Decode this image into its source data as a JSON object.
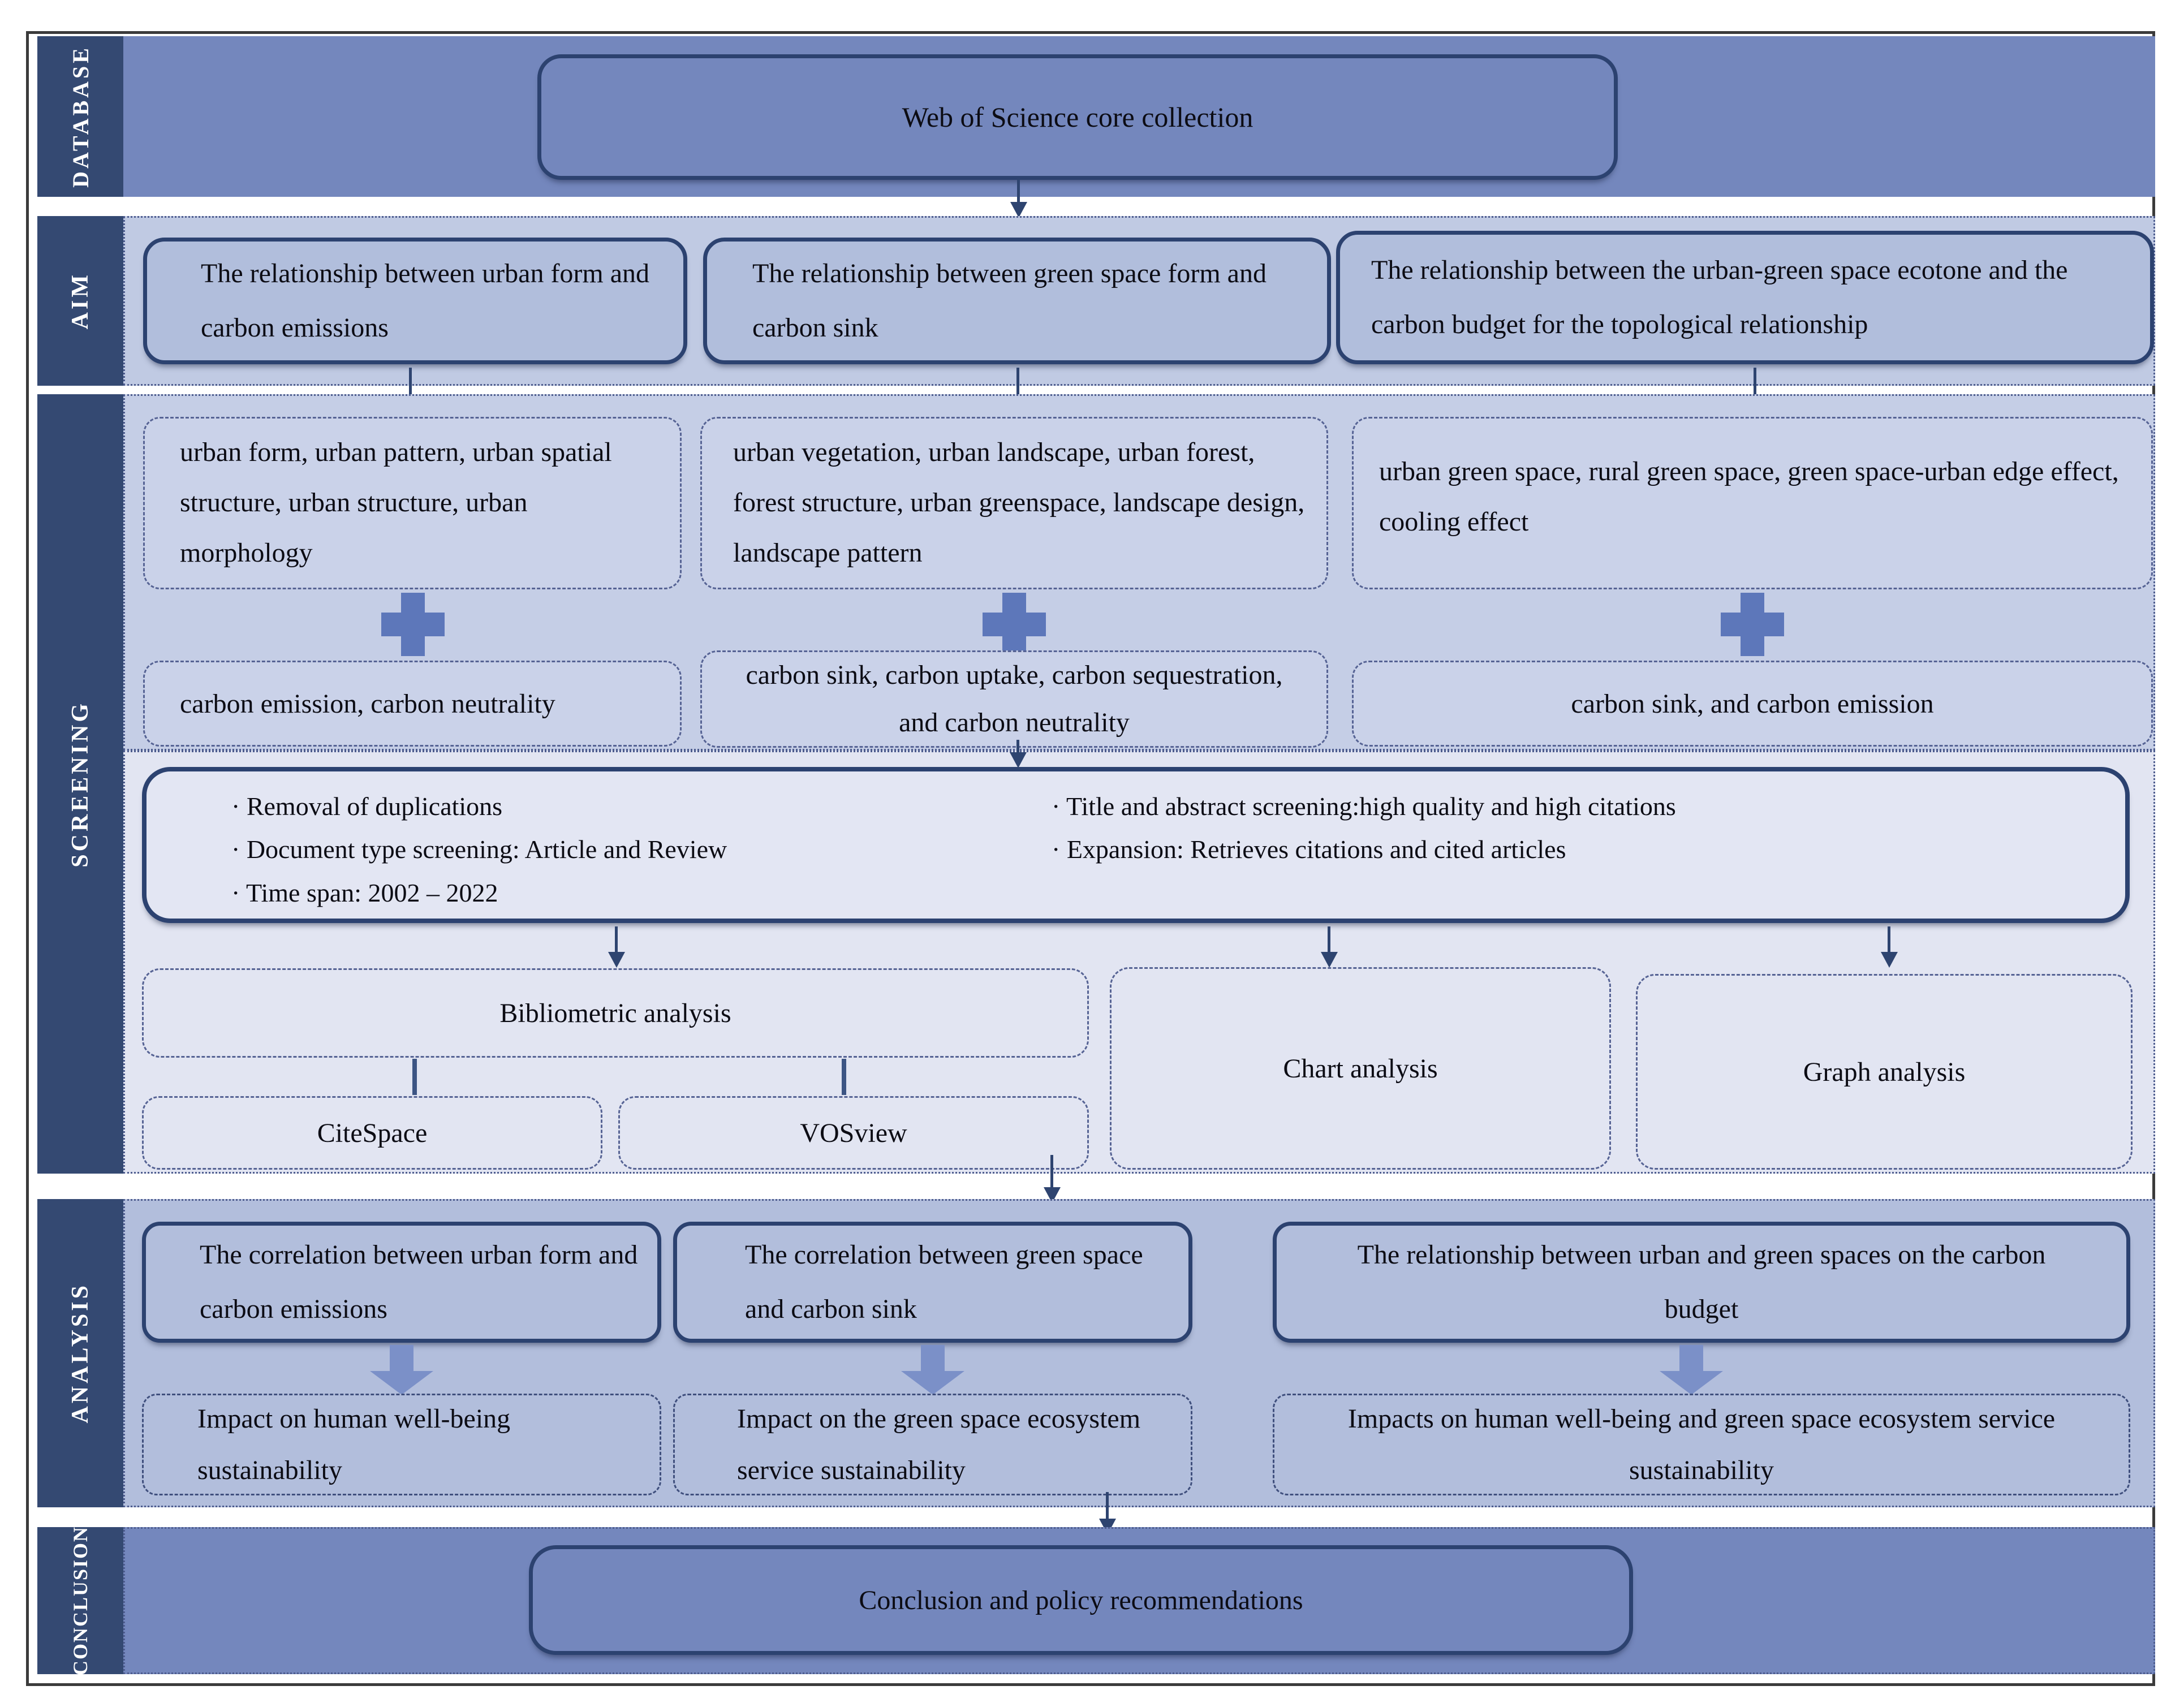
{
  "title": "Literature review workflow diagram",
  "colors": {
    "section_label_bg": "#344972",
    "database_band": "#7487bd",
    "aim_band": "#c0cae3",
    "aim_box_fill": "#b1bedc",
    "screening_keywords_band": "#c5cee6",
    "screening_methods_band": "#e2e5f2",
    "keyword_box_fill": "#cad2e9",
    "analysis_band": "#b2bedc",
    "conclusion_band": "#7487bd",
    "box_border": "#2c4270",
    "thin_arrow": "#2e4470",
    "block_arrow": "#7b90c8",
    "plus_icon": "#5d77ba",
    "text": "#0c0c14"
  },
  "sections": {
    "database": {
      "label": "DATABASE",
      "box": "Web of Science core collection"
    },
    "aim": {
      "label": "AIM",
      "boxes": [
        "The relationship between urban form and carbon emissions",
        "The relationship between green space form and carbon sink",
        "The relationship between the urban-green space ecotone and the carbon budget for the topological relationship"
      ]
    },
    "screening": {
      "label": "SCREENING",
      "keyword_groups": [
        {
          "terms": "urban form, urban pattern, urban spatial structure, urban structure, urban morphology",
          "carbon_terms": "carbon emission, carbon neutrality"
        },
        {
          "terms": "urban vegetation, urban landscape, urban forest, forest structure, urban greenspace, landscape design, landscape pattern",
          "carbon_terms": "carbon sink, carbon uptake, carbon sequestration, and carbon neutrality"
        },
        {
          "terms": "urban green space, rural green space, green space-urban edge effect, cooling effect",
          "carbon_terms": "carbon sink, and carbon emission"
        }
      ],
      "criteria_left": [
        "· Removal of duplications",
        "· Document type screening: Article and Review",
        "· Time span: 2002 – 2022"
      ],
      "criteria_right": [
        "· Title and abstract screening:high quality and high citations",
        "· Expansion: Retrieves citations and cited articles"
      ],
      "methods": {
        "bibliometric": "Bibliometric analysis",
        "tools": [
          "CiteSpace",
          "VOSview"
        ],
        "chart": "Chart analysis",
        "graph": "Graph analysis"
      }
    },
    "analysis": {
      "label": "ANALYSIS",
      "correlation_boxes": [
        "The correlation between urban form and carbon emissions",
        "The correlation between green space and carbon sink",
        "The relationship between urban and green spaces on the carbon budget"
      ],
      "impact_boxes": [
        "Impact on human well-being sustainability",
        "Impact on the green space ecosystem service sustainability",
        "Impacts on human well-being and green space ecosystem service sustainability"
      ]
    },
    "conclusion": {
      "label": "CONCLUSION",
      "box": "Conclusion and policy recommendations"
    }
  }
}
